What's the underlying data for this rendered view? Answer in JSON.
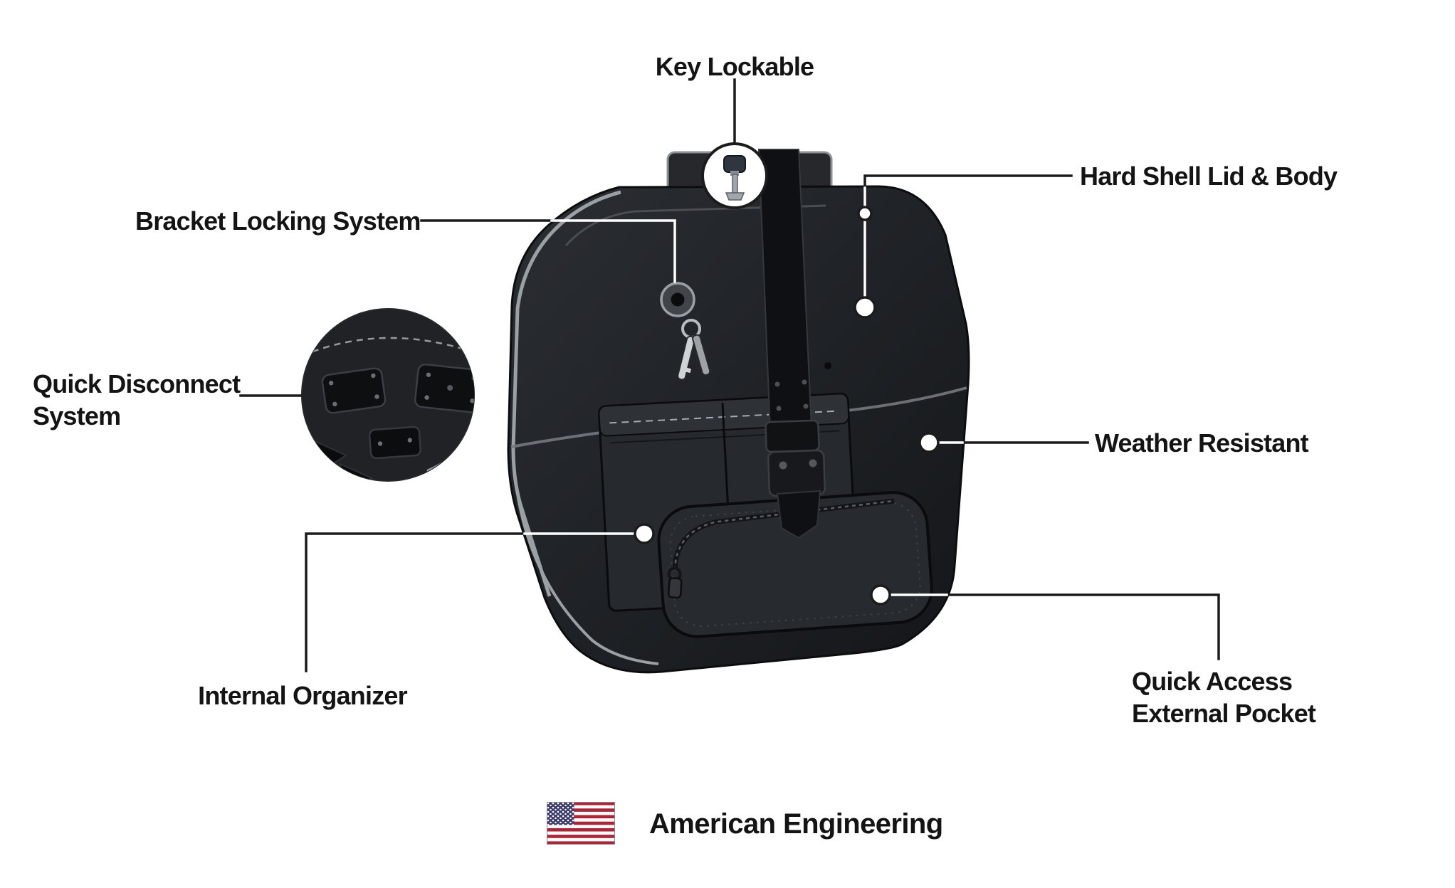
{
  "callouts": {
    "key_lockable": {
      "label": "Key Lockable",
      "icon": "key-icon"
    },
    "hard_shell_lid_body": {
      "label": "Hard Shell Lid & Body"
    },
    "bracket_locking_system": {
      "label": "Bracket Locking System"
    },
    "quick_disconnect_system": {
      "label": "Quick Disconnect System",
      "lines": [
        "Quick Disconnect",
        "System"
      ]
    },
    "weather_resistant": {
      "label": "Weather Resistant"
    },
    "internal_organizer": {
      "label": "Internal Organizer"
    },
    "quick_access_external_pocket": {
      "label": "Quick Access External Pocket",
      "lines": [
        "Quick Access",
        "External Pocket"
      ]
    }
  },
  "footer": {
    "flag_icon": "us-flag-icon",
    "label": "American Engineering"
  },
  "colors": {
    "background": "#ffffff",
    "text": "#141414",
    "callout_line": "#1b1b1b",
    "bag_body": "#202327",
    "trim_gray": "#9ba0a4",
    "flag_red": "#B22234",
    "flag_blue": "#3C3B6E"
  }
}
